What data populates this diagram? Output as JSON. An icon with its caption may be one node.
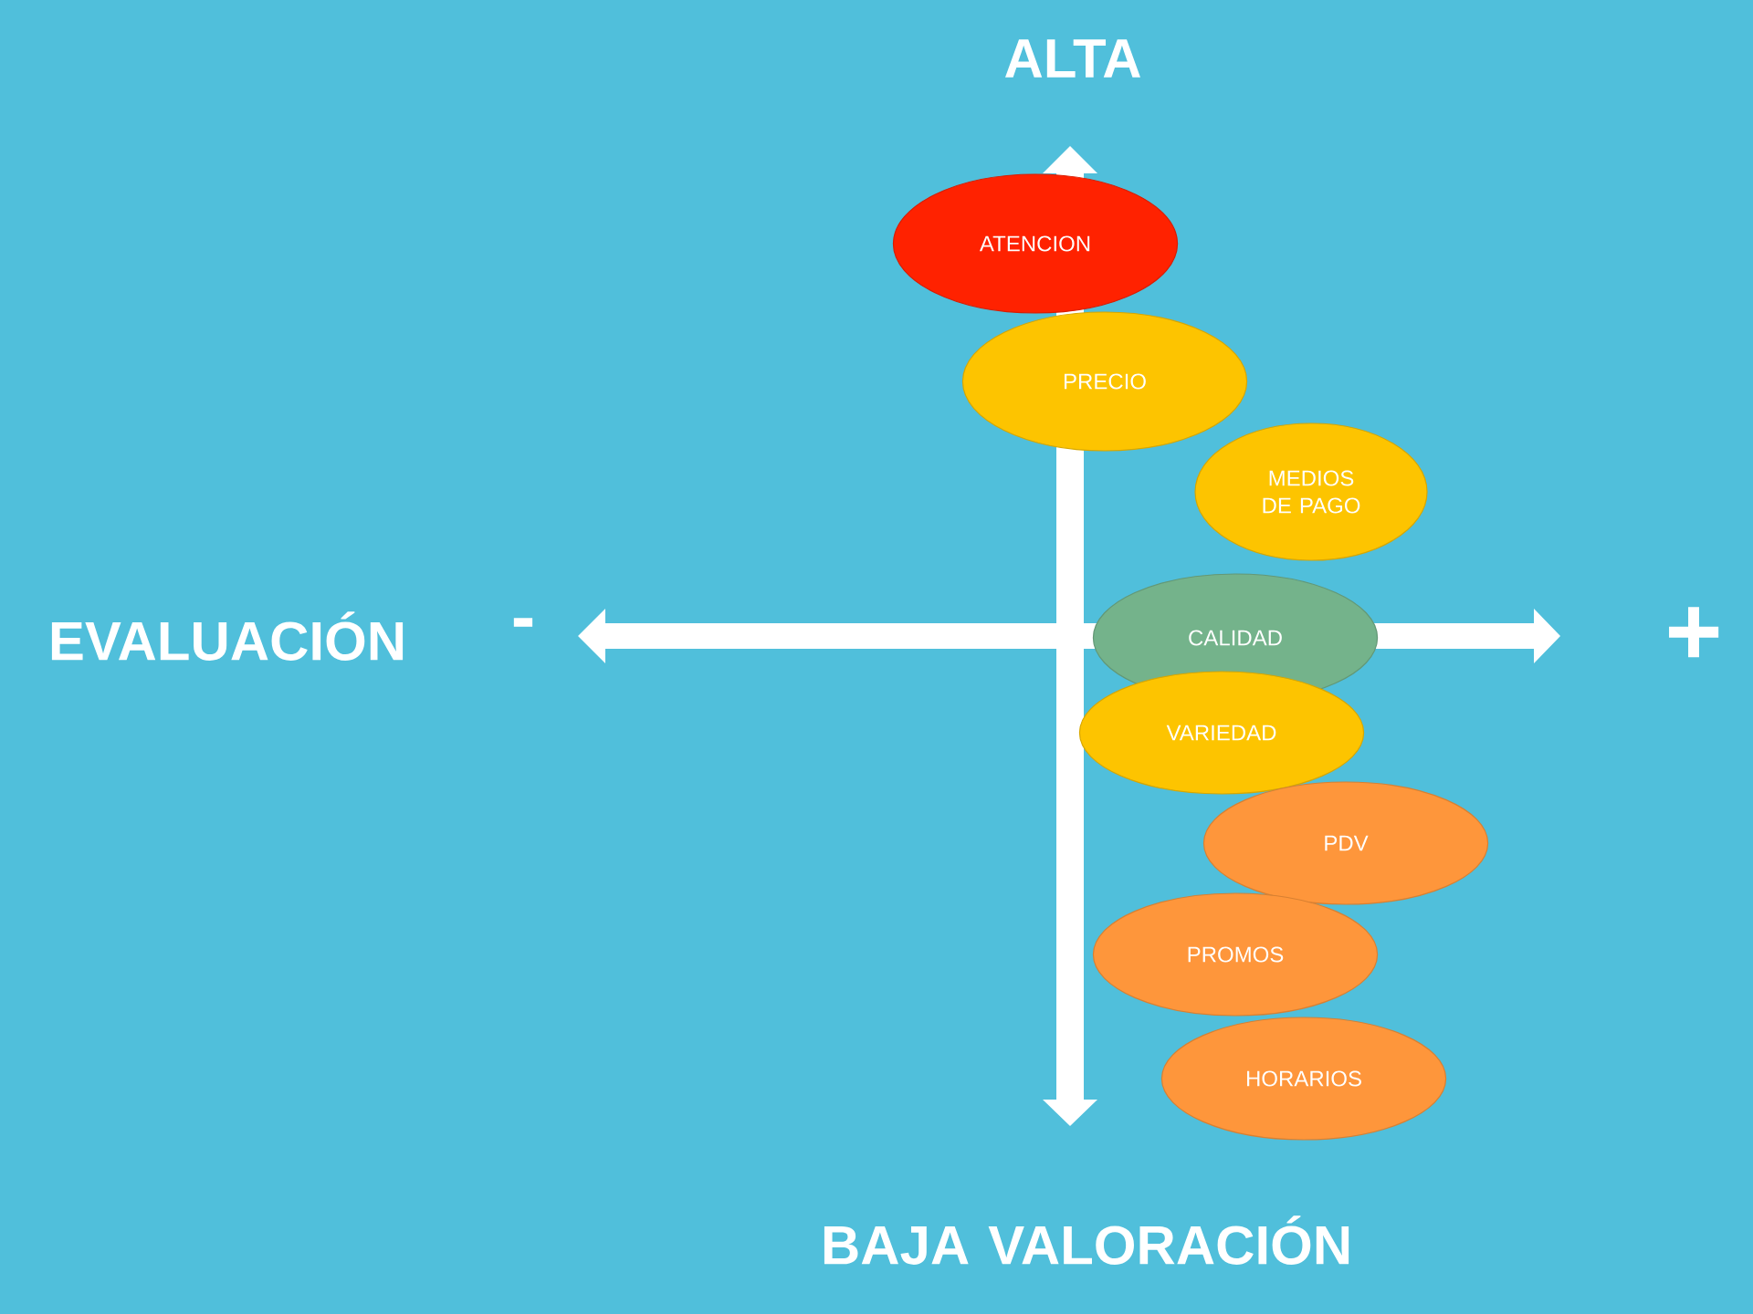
{
  "diagram": {
    "nodes": [
      {
        "text": [
          "ATENCION"
        ]
      },
      {
        "text": [
          "PRECIO"
        ]
      },
      {
        "text": [
          "MEDIOS DE PAGO"
        ]
      },
      {
        "text": [
          "CALIDAD"
        ]
      },
      {
        "text": [
          "VARIEDAD"
        ]
      },
      {
        "text": [
          "PDV"
        ]
      },
      {
        "text": [
          "PROMOS"
        ]
      },
      {
        "text": [
          "HORARIOS"
        ]
      }
    ],
    "labels": [
      "ALTA",
      "EVALUACIÓN",
      "-",
      "+",
      "BAJA VALORACIÓN"
    ]
  }
}
